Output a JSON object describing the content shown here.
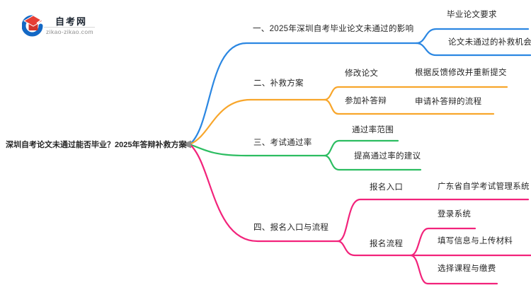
{
  "logo": {
    "site_name": "自考网",
    "site_url": "zikao-zikao.com"
  },
  "colors": {
    "branch1": "#2b87e2",
    "branch2": "#f8a62b",
    "branch3": "#2cbd61",
    "branch4": "#f2237b",
    "logo_blue": "#1368c4",
    "logo_red": "#e63e35",
    "logo_red_dark": "#d2352c",
    "root_marker": "#8f8f8f",
    "text": "#262626"
  },
  "mindmap": {
    "root": {
      "label": "深圳自考论文未通过能否毕业？2025年答辩补救方案"
    },
    "branches": [
      {
        "label": "一、2025年深圳自考毕业论文未通过的影响",
        "children": [
          {
            "label": "毕业论文要求"
          },
          {
            "label": "论文未通过的补救机会"
          }
        ]
      },
      {
        "label": "二、补救方案",
        "children": [
          {
            "label": "修改论文",
            "children": [
              {
                "label": "根据反馈修改并重新提交"
              }
            ]
          },
          {
            "label": "参加补答辩",
            "children": [
              {
                "label": "申请补答辩的流程"
              }
            ]
          }
        ]
      },
      {
        "label": "三、考试通过率",
        "children": [
          {
            "label": "通过率范围"
          },
          {
            "label": "提高通过率的建议"
          }
        ]
      },
      {
        "label": "四、报名入口与流程",
        "children": [
          {
            "label": "报名入口",
            "children": [
              {
                "label": "广东省自学考试管理系统"
              }
            ]
          },
          {
            "label": "报名流程",
            "children": [
              {
                "label": "登录系统"
              },
              {
                "label": "填写信息与上传材料"
              },
              {
                "label": "选择课程与缴费"
              }
            ]
          }
        ]
      }
    ]
  }
}
